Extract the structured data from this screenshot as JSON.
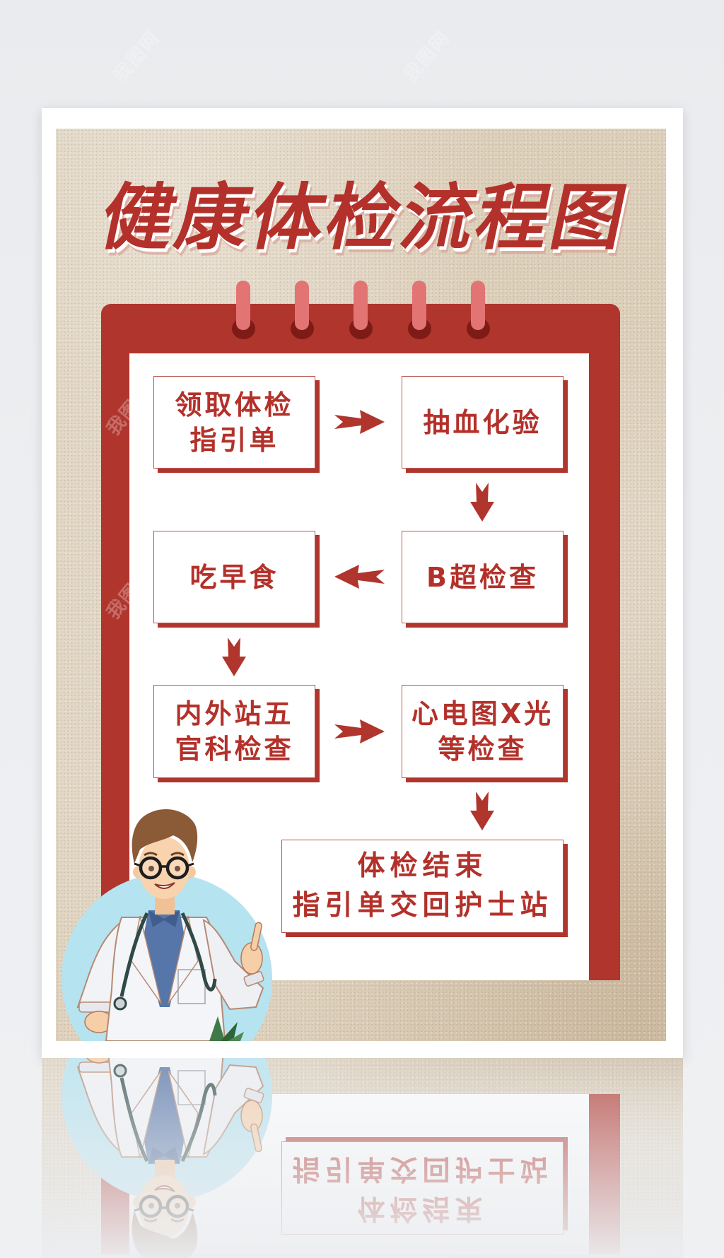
{
  "poster": {
    "title": "健康体检流程图"
  },
  "flow": {
    "steps": [
      {
        "lines": [
          "领取体检",
          "指引单"
        ]
      },
      {
        "lines": [
          "抽血化验"
        ]
      },
      {
        "lines": [
          "B超检查"
        ]
      },
      {
        "lines": [
          "吃早食"
        ]
      },
      {
        "lines": [
          "内外站五",
          "官科检查"
        ]
      },
      {
        "lines": [
          "心电图X光",
          "等检查"
        ]
      },
      {
        "lines": [
          "体检结束",
          "指引单交回护士站"
        ]
      }
    ],
    "arrows": [
      {
        "direction": "right",
        "icon": "arrow-right-icon"
      },
      {
        "direction": "down",
        "icon": "arrow-down-icon"
      },
      {
        "direction": "left",
        "icon": "arrow-left-icon"
      },
      {
        "direction": "down",
        "icon": "arrow-down-icon"
      },
      {
        "direction": "right",
        "icon": "arrow-right-icon"
      },
      {
        "direction": "down",
        "icon": "arrow-down-icon"
      }
    ]
  },
  "decor": {
    "binder_rings": 5,
    "illustration_icon": "doctor-icon",
    "watermark": {
      "text": "我图网"
    }
  },
  "colors": {
    "accent": "#b0352d",
    "text": "#b3312a",
    "ring": "#e27474",
    "ring_hole": "#7e1b16",
    "paper": "#ddd0bb",
    "circle": "#b5e3f0",
    "page_bg": "#eceef1"
  }
}
